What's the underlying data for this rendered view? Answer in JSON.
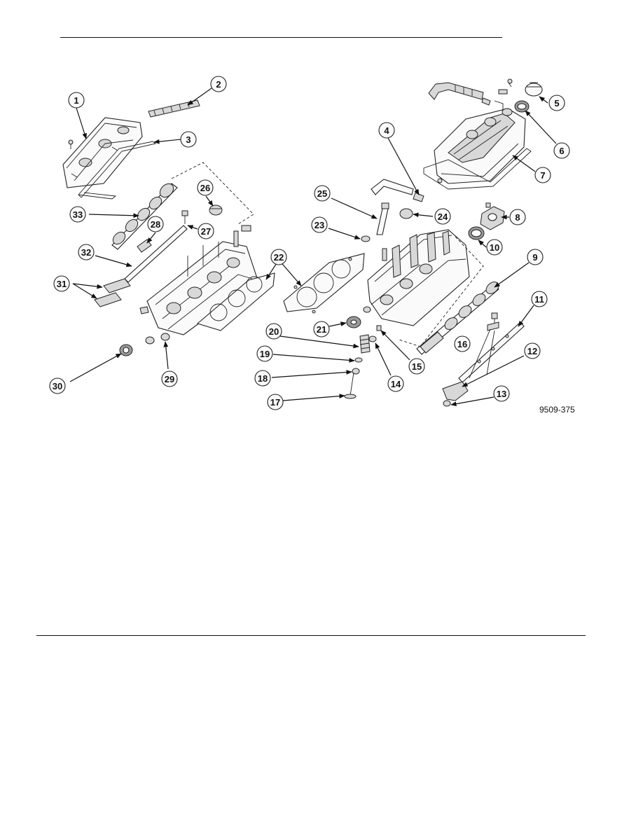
{
  "figure_code": "9509-375",
  "callouts": [
    {
      "label": "1"
    },
    {
      "label": "2"
    },
    {
      "label": "3"
    },
    {
      "label": "4"
    },
    {
      "label": "5"
    },
    {
      "label": "6"
    },
    {
      "label": "7"
    },
    {
      "label": "8"
    },
    {
      "label": "9"
    },
    {
      "label": "10"
    },
    {
      "label": "11"
    },
    {
      "label": "12"
    },
    {
      "label": "13"
    },
    {
      "label": "14"
    },
    {
      "label": "15"
    },
    {
      "label": "16"
    },
    {
      "label": "17"
    },
    {
      "label": "18"
    },
    {
      "label": "19"
    },
    {
      "label": "20"
    },
    {
      "label": "21"
    },
    {
      "label": "22"
    },
    {
      "label": "23"
    },
    {
      "label": "24"
    },
    {
      "label": "25"
    },
    {
      "label": "26"
    },
    {
      "label": "27"
    },
    {
      "label": "28"
    },
    {
      "label": "29"
    },
    {
      "label": "30"
    },
    {
      "label": "31"
    },
    {
      "label": "32"
    },
    {
      "label": "33"
    }
  ]
}
